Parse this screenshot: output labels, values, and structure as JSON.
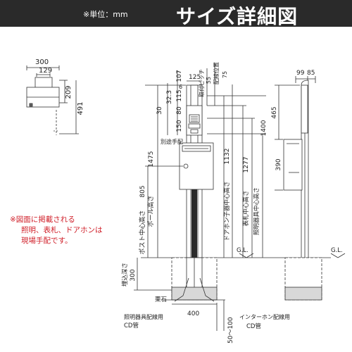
{
  "header": {
    "unit": "※単位：mm",
    "title": "サイズ詳細図"
  },
  "note": {
    "line1": "※図面に掲載される",
    "line2": "照明、表札、ドアホンは",
    "line3": "現場手配です。"
  },
  "top_view": {
    "dim_width": "300",
    "dim_inner": "129",
    "dim_depth_1": "209",
    "dim_depth_2": "491"
  },
  "front_view": {
    "dim_125": "125",
    "dim_107": "107",
    "dim_6": "6",
    "dim_115": "115",
    "dim_80": "80",
    "dim_150": "150",
    "dim_32": "32.3",
    "dim_30": "30",
    "label_intercom_pitch": "取付ピッチ",
    "dim_55": "55",
    "label_wiring": "配線位置",
    "dim_75": "75",
    "label_separate": "別途手配",
    "label_pole_height": "ポール高さ",
    "dim_pole_height": "1475",
    "label_post_center": "ポスト中心高さ",
    "dim_post_center": "805",
    "label_doorphone_center": "ドアホン子器中心高さ",
    "dim_doorphone": "1132",
    "label_nameplate_center": "表札中心高さ",
    "dim_nameplate": "1277",
    "label_light_center": "照明器具中心高さ",
    "dim_light": "1400",
    "label_gl": "G.L.",
    "label_embed_depth": "埋込深さ",
    "dim_embed": "300",
    "label_gravel": "栗石",
    "label_light_cd": "照明器具配線用",
    "label_cd_pipe": "CD管",
    "dim_400": "400",
    "label_intercom_cd": "インターホン配線用",
    "label_cd_pipe_2": "CD管",
    "dim_50_100": "50〜100"
  },
  "side_view": {
    "dim_99": "99",
    "dim_85": "85",
    "dim_465": "465",
    "dim_390": "390",
    "label_gl": "G.L."
  }
}
